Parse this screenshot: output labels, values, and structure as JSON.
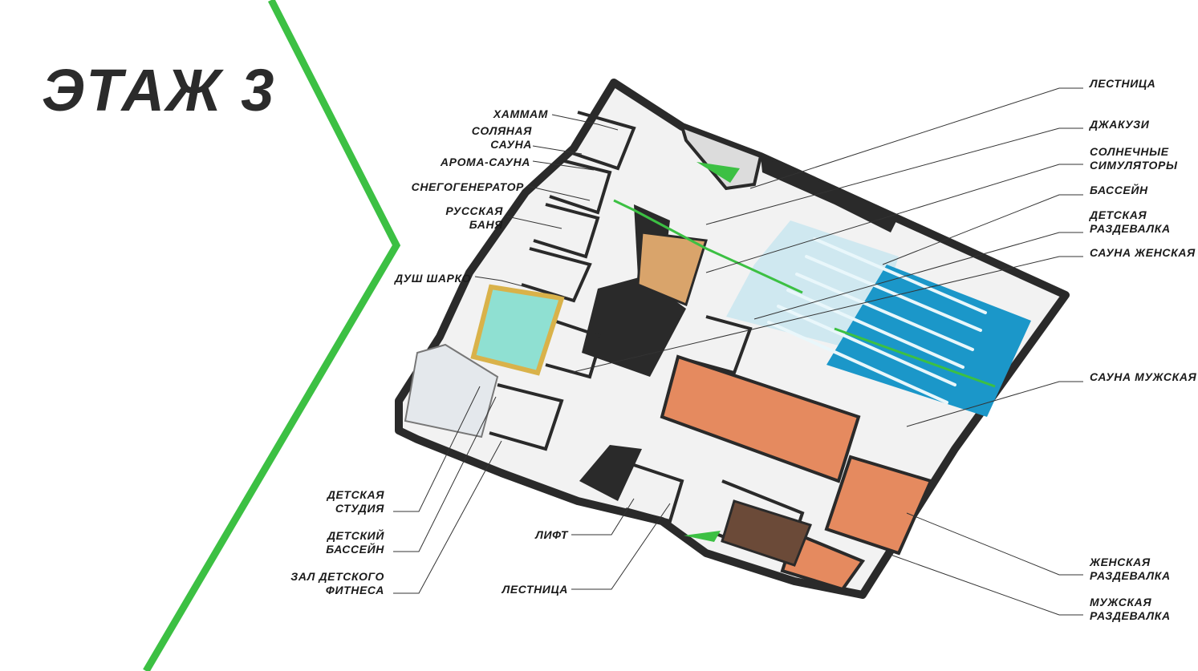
{
  "title": "ЭТАЖ 3",
  "colors": {
    "accent_green": "#3cc043",
    "label_text": "#1a1a1a",
    "wall_dark": "#2a2a2a",
    "pool_blue": "#1b97c9",
    "pool_light": "#cfe8f0",
    "sauna_orange": "#e58a5f",
    "kids_pool": "#8fe0d2"
  },
  "labels_left": [
    {
      "id": "hammam",
      "lines": [
        "ХАММАМ"
      ]
    },
    {
      "id": "salt-sauna",
      "lines": [
        "СОЛЯНАЯ",
        "САУНА"
      ]
    },
    {
      "id": "aroma-sauna",
      "lines": [
        "АРОМА-САУНА"
      ]
    },
    {
      "id": "snow-generator",
      "lines": [
        "СНЕГОГЕНЕРАТОР"
      ]
    },
    {
      "id": "russian-banya",
      "lines": [
        "РУССКАЯ",
        "БАНЯ"
      ]
    },
    {
      "id": "charcot-shower",
      "lines": [
        "ДУШ ШАРКО"
      ]
    },
    {
      "id": "kids-studio",
      "lines": [
        "ДЕТСКАЯ",
        "СТУДИЯ"
      ]
    },
    {
      "id": "kids-pool",
      "lines": [
        "ДЕТСКИЙ",
        "БАССЕЙН"
      ]
    },
    {
      "id": "kids-fitness",
      "lines": [
        "ЗАЛ ДЕТСКОГО",
        "ФИТНЕСА"
      ]
    },
    {
      "id": "elevator",
      "lines": [
        "ЛИФТ"
      ]
    },
    {
      "id": "stairs-bottom",
      "lines": [
        "ЛЕСТНИЦА"
      ]
    }
  ],
  "labels_right": [
    {
      "id": "stairs-top",
      "lines": [
        "ЛЕСТНИЦА"
      ]
    },
    {
      "id": "jacuzzi",
      "lines": [
        "ДЖАКУЗИ"
      ]
    },
    {
      "id": "sun-simulators",
      "lines": [
        "СОЛНЕЧНЫЕ",
        "СИМУЛЯТОРЫ"
      ]
    },
    {
      "id": "pool",
      "lines": [
        "БАССЕЙН"
      ]
    },
    {
      "id": "kids-locker",
      "lines": [
        "ДЕТСКАЯ",
        "РАЗДЕВАЛКА"
      ]
    },
    {
      "id": "sauna-women",
      "lines": [
        "САУНА ЖЕНСКАЯ"
      ]
    },
    {
      "id": "sauna-men",
      "lines": [
        "САУНА МУЖСКАЯ"
      ]
    },
    {
      "id": "women-locker",
      "lines": [
        "ЖЕНСКАЯ",
        "РАЗДЕВАЛКА"
      ]
    },
    {
      "id": "men-locker",
      "lines": [
        "МУЖСКАЯ",
        "РАЗДЕВАЛКА"
      ]
    }
  ]
}
